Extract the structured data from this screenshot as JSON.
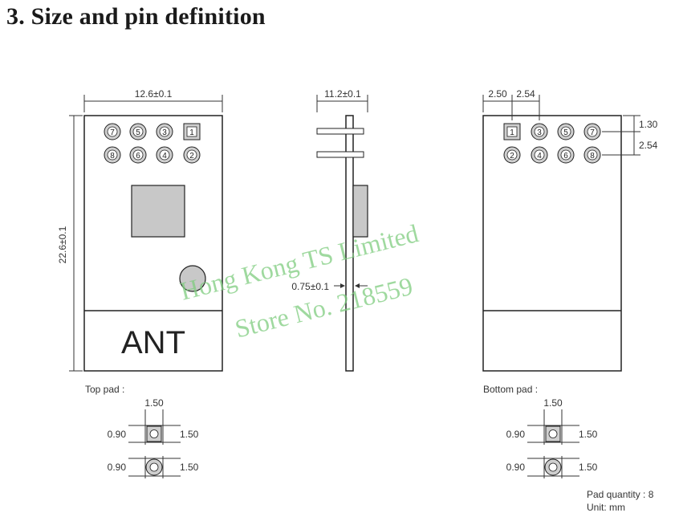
{
  "heading": "3. Size and pin definition",
  "front_view": {
    "width_dim": "12.6±0.1",
    "height_dim": "22.6±0.1",
    "ant_label": "ANT",
    "top_row_pins": [
      "7",
      "5",
      "3",
      "1"
    ],
    "bottom_row_pins": [
      "8",
      "6",
      "4",
      "2"
    ]
  },
  "side_view": {
    "width_dim": "11.2±0.1",
    "thickness_dim": "0.75±0.1"
  },
  "back_view": {
    "pitch_first": "2.50",
    "pitch_second": "2.54",
    "top_offset": "1.30",
    "row_pitch": "2.54",
    "top_row_pins": [
      "1",
      "3",
      "5",
      "7"
    ],
    "bottom_row_pins": [
      "2",
      "4",
      "6",
      "8"
    ]
  },
  "top_pad": {
    "title": "Top pad :",
    "pad_width": "1.50",
    "square_left": "0.90",
    "square_right": "1.50",
    "round_left": "0.90",
    "round_right": "1.50"
  },
  "bottom_pad": {
    "title": "Bottom pad :",
    "pad_width": "1.50",
    "square_left": "0.90",
    "square_right": "1.50",
    "round_left": "0.90",
    "round_right": "1.50"
  },
  "notes": {
    "pad_quantity": "Pad quantity : 8",
    "unit": "Unit:  mm"
  },
  "watermark": {
    "line1": "Hong Kong TS Limited",
    "line2": "Store No. 218559"
  }
}
